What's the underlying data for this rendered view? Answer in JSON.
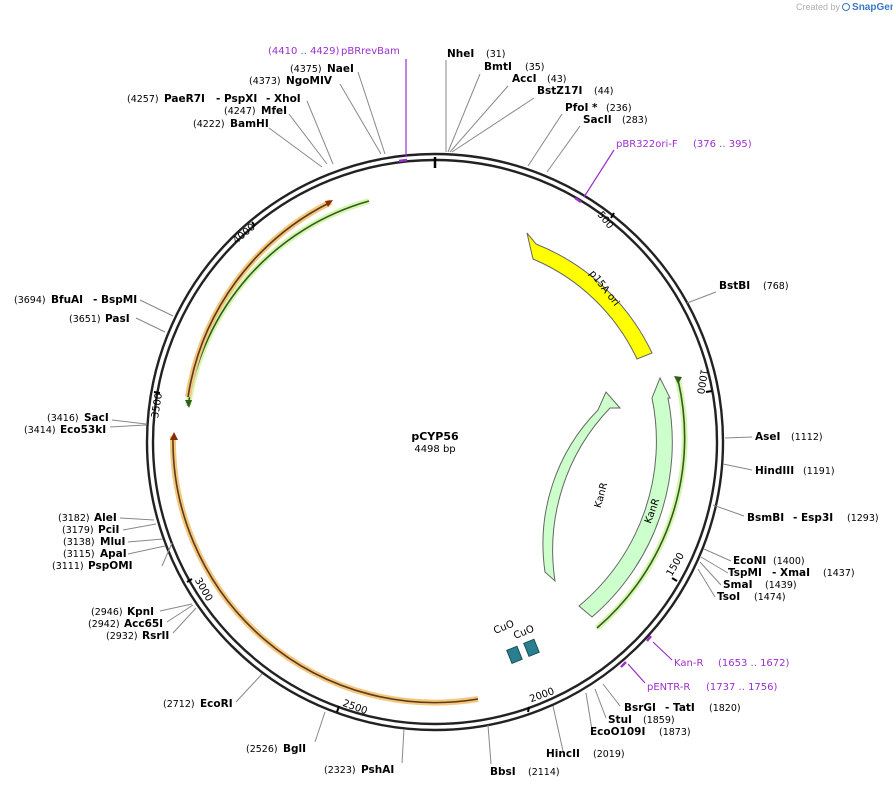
{
  "credit": {
    "prefix": "Created by",
    "brand": "SnapGene"
  },
  "plasmid": {
    "name": "pCYP56",
    "size_label": "4498 bp",
    "length": 4498
  },
  "colors": {
    "primer": "#9b30cc",
    "orf": "#f5c77e",
    "ori": "#ffff00",
    "kanr": "#ccffcc",
    "operator": "#2a7f8f",
    "backbone": "#222222"
  },
  "ticks": [
    "500",
    "1000",
    "1500",
    "2000",
    "2500",
    "3000",
    "3500",
    "4000"
  ],
  "sites": [
    {
      "name": "NheI",
      "pos": "(31)"
    },
    {
      "name": "BmtI",
      "pos": "(35)"
    },
    {
      "name": "AccI",
      "pos": "(43)"
    },
    {
      "name": "BstZ17I",
      "pos": "(44)"
    },
    {
      "name": "PfoI *",
      "pos": "(236)"
    },
    {
      "name": "SacII",
      "pos": "(283)"
    },
    {
      "name": "BstBI",
      "pos": "(768)"
    },
    {
      "name": "AseI",
      "pos": "(1112)"
    },
    {
      "name": "HindIII",
      "pos": "(1191)"
    },
    {
      "name": "BsmBI",
      "name2": "- Esp3I",
      "pos": "(1293)"
    },
    {
      "name": "EcoNI",
      "pos": "(1400)"
    },
    {
      "name": "TspMI",
      "name2": "- XmaI",
      "pos": "(1437)"
    },
    {
      "name": "SmaI",
      "pos": "(1439)"
    },
    {
      "name": "TsoI",
      "pos": "(1474)"
    },
    {
      "name": "BsrGI",
      "name2": "- TatI",
      "pos": "(1820)"
    },
    {
      "name": "StuI",
      "pos": "(1859)"
    },
    {
      "name": "EcoO109I",
      "pos": "(1873)"
    },
    {
      "name": "HincII",
      "pos": "(2019)"
    },
    {
      "name": "BbsI",
      "pos": "(2114)"
    },
    {
      "name": "PshAI",
      "pos": "(2323)"
    },
    {
      "name": "BglI",
      "pos": "(2526)"
    },
    {
      "name": "EcoRI",
      "pos": "(2712)"
    },
    {
      "name": "RsrII",
      "pos": "(2932)"
    },
    {
      "name": "Acc65I",
      "pos": "(2942)"
    },
    {
      "name": "KpnI",
      "pos": "(2946)"
    },
    {
      "name": "PspOMI",
      "pos": "(3111)"
    },
    {
      "name": "ApaI",
      "pos": "(3115)"
    },
    {
      "name": "MluI",
      "pos": "(3138)"
    },
    {
      "name": "PciI",
      "pos": "(3179)"
    },
    {
      "name": "AleI",
      "pos": "(3182)"
    },
    {
      "name": "Eco53kI",
      "pos": "(3414)"
    },
    {
      "name": "SacI",
      "pos": "(3416)"
    },
    {
      "name": "PasI",
      "pos": "(3651)"
    },
    {
      "name": "BfuAI",
      "name2": "- BspMI",
      "pos": "(3694)"
    },
    {
      "name": "BamHI",
      "pos": "(4222)"
    },
    {
      "name": "MfeI",
      "pos": "(4247)"
    },
    {
      "name": "PaeR7I",
      "name2": "- PspXI",
      "name3": "- XhoI",
      "pos": "(4257)"
    },
    {
      "name": "NgoMIV",
      "pos": "(4373)"
    },
    {
      "name": "NaeI",
      "pos": "(4375)"
    }
  ],
  "primers": [
    {
      "name": "pBRrevBam",
      "range": "(4410 .. 4429)"
    },
    {
      "name": "pBR322ori-F",
      "range": "(376 .. 395)"
    },
    {
      "name": "Kan-R",
      "range": "(1653 .. 1672)"
    },
    {
      "name": "pENTR-R",
      "range": "(1737 .. 1756)"
    }
  ],
  "features": [
    {
      "name": "p15A ori"
    },
    {
      "name": "KanR"
    },
    {
      "name": "KanR"
    },
    {
      "name": "CuO"
    },
    {
      "name": "CuO"
    }
  ]
}
